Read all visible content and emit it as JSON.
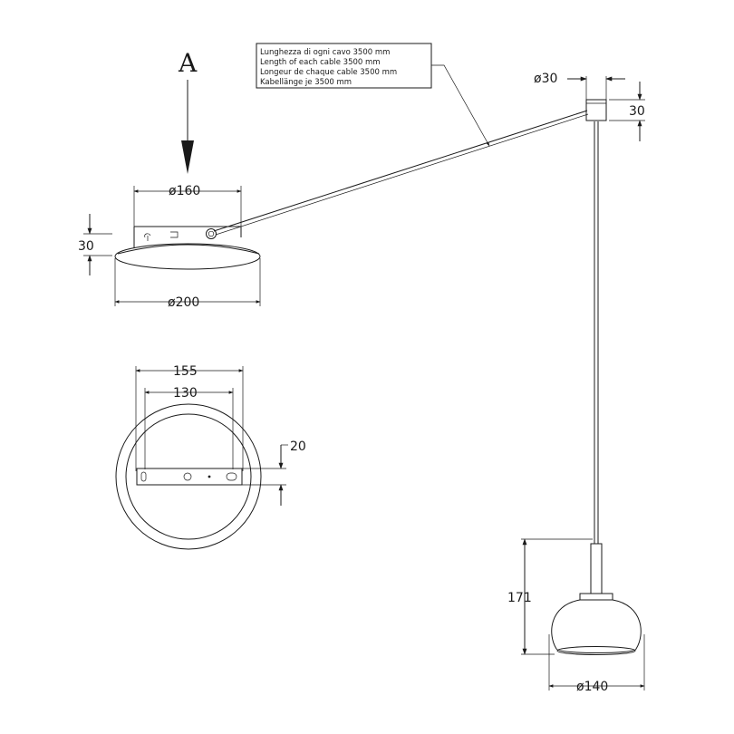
{
  "view_label": "A",
  "cable_note": [
    "Lunghezza di ogni cavo 3500 mm",
    "Length of each cable 3500 mm",
    "Longeur de chaque cable 3500 mm",
    "Kabellänge je 3500 mm"
  ],
  "dimensions": {
    "canopy_top_diameter": "ø160",
    "canopy_height": "30",
    "canopy_bottom_diameter": "ø200",
    "plate_width_outer": "155",
    "plate_width_inner": "130",
    "plate_bar_height": "20",
    "cap_diameter": "ø30",
    "cap_height": "30",
    "lamp_height": "171",
    "lamp_diameter": "ø140"
  }
}
